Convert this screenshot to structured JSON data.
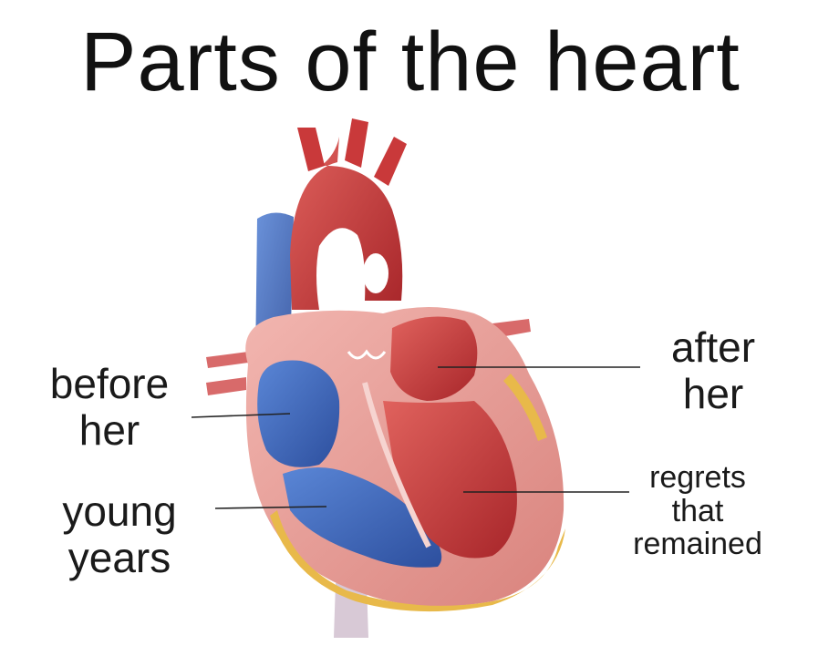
{
  "title": "Parts of the heart",
  "labels": {
    "before_her": {
      "line1": "before",
      "line2": "her"
    },
    "young_years": {
      "line1": "young",
      "line2": "years"
    },
    "after_her": {
      "line1": "after",
      "line2": "her"
    },
    "regrets": {
      "line1": "regrets",
      "line2": "that",
      "line3": "remained"
    }
  },
  "colors": {
    "oxygenated": "#c9393a",
    "deoxygenated": "#3f6bbd",
    "muscle": "#e89c96",
    "fat": "#e8b94a",
    "leader": "#222222"
  }
}
